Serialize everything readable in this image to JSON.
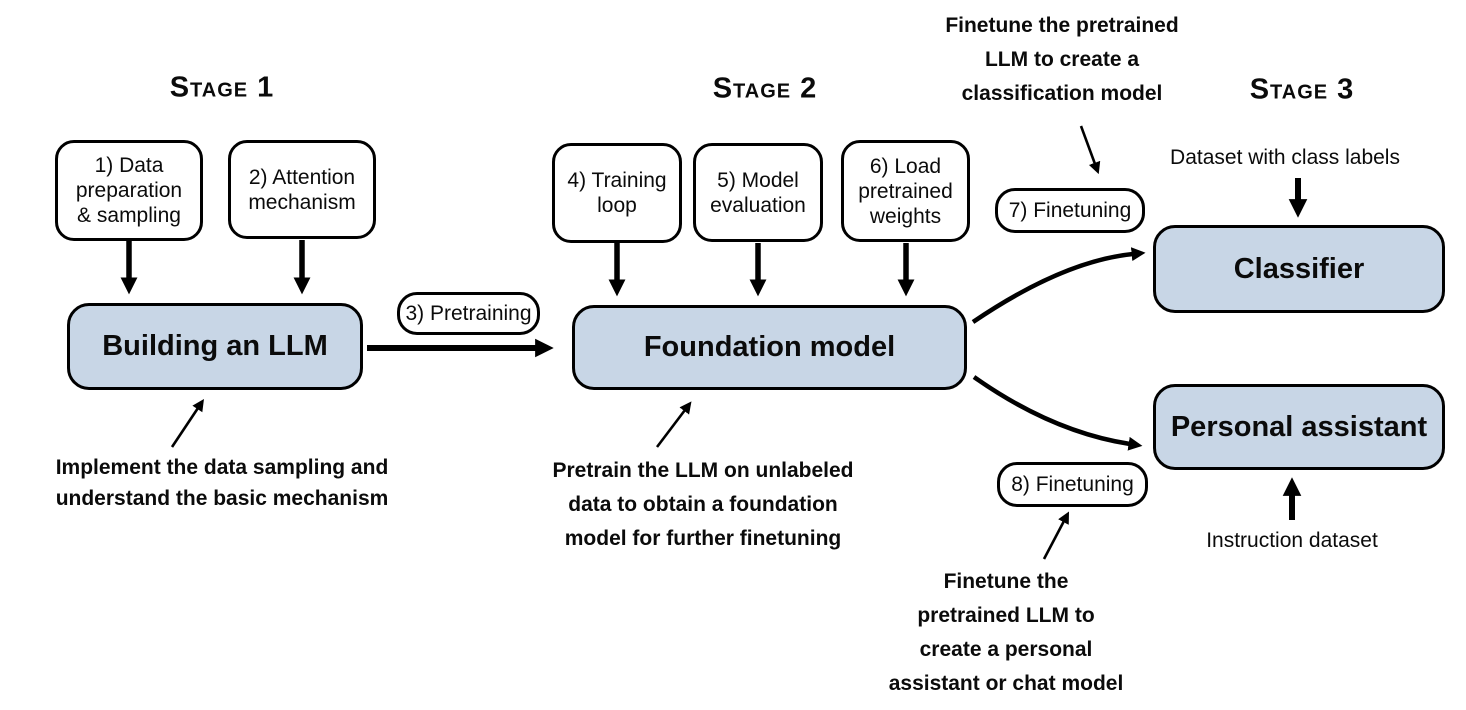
{
  "stages": {
    "stage1": "Stage 1",
    "stage2": "Stage 2",
    "stage3": "Stage 3"
  },
  "steps": {
    "step1": "1) Data\npreparation\n& sampling",
    "step2": "2) Attention\nmechanism",
    "step3": "3) Pretraining",
    "step4": "4) Training\nloop",
    "step5": "5) Model\nevaluation",
    "step6": "6) Load\npretrained\nweights",
    "step7": "7) Finetuning",
    "step8": "8) Finetuning"
  },
  "boxes": {
    "building_llm": "Building an LLM",
    "foundation_model": "Foundation model",
    "classifier": "Classifier",
    "personal_assistant": "Personal assistant"
  },
  "labels": {
    "dataset_class_labels": "Dataset with class labels",
    "instruction_dataset": "Instruction dataset"
  },
  "annotations": {
    "stage1_note": "Implement the data sampling and\nunderstand the basic mechanism",
    "stage2_note": "Pretrain the LLM on unlabeled\ndata to obtain a foundation\nmodel for further finetuning",
    "classification_note": "Finetune the pretrained\nLLM to create a\nclassification model",
    "assistant_note": "Finetune the\npretrained LLM to\ncreate a personal\nassistant or chat model"
  },
  "colors": {
    "box_fill": "#c8d6e6",
    "stroke": "#000000",
    "background": "#ffffff"
  }
}
